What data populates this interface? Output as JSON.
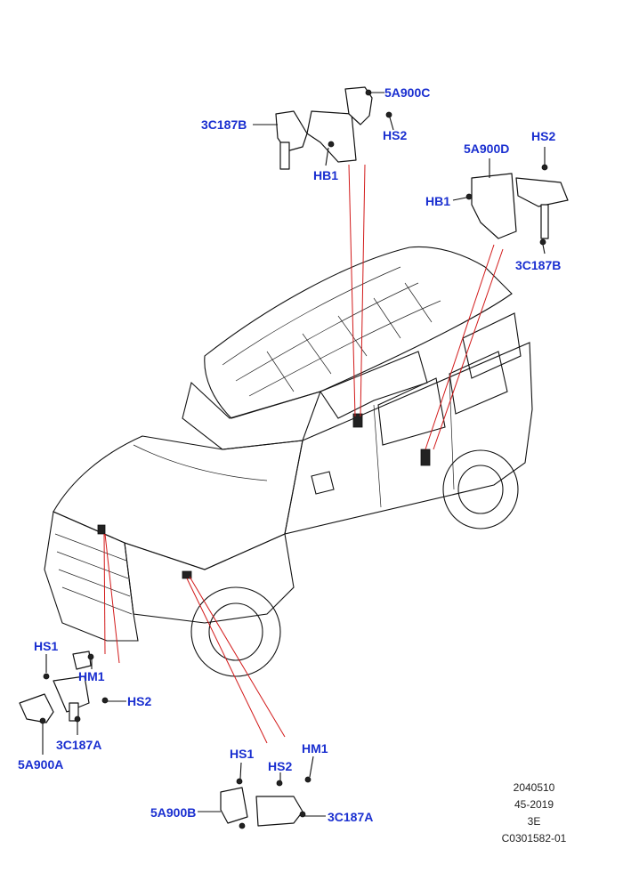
{
  "callouts": {
    "top": {
      "c5A900C": "5A900C",
      "c3C187B": "3C187B",
      "hs2": "HS2",
      "hb1": "HB1"
    },
    "right": {
      "c5A900D": "5A900D",
      "hs2": "HS2",
      "hb1": "HB1",
      "c3C187B": "3C187B"
    },
    "left": {
      "hs1": "HS1",
      "hm1": "HM1",
      "hs2": "HS2",
      "c3C187A": "3C187A",
      "c5A900A": "5A900A"
    },
    "bottom": {
      "hs1": "HS1",
      "hm1": "HM1",
      "hs2": "HS2",
      "c5A900B": "5A900B",
      "c3C187A": "3C187A"
    }
  },
  "reference": {
    "line1": "2040510",
    "line2": "45-2019",
    "line3": "3E",
    "line4": "C0301582-01"
  },
  "colors": {
    "callout": "#1a2fd0",
    "leader": "#d21a1a",
    "line": "#111111"
  }
}
